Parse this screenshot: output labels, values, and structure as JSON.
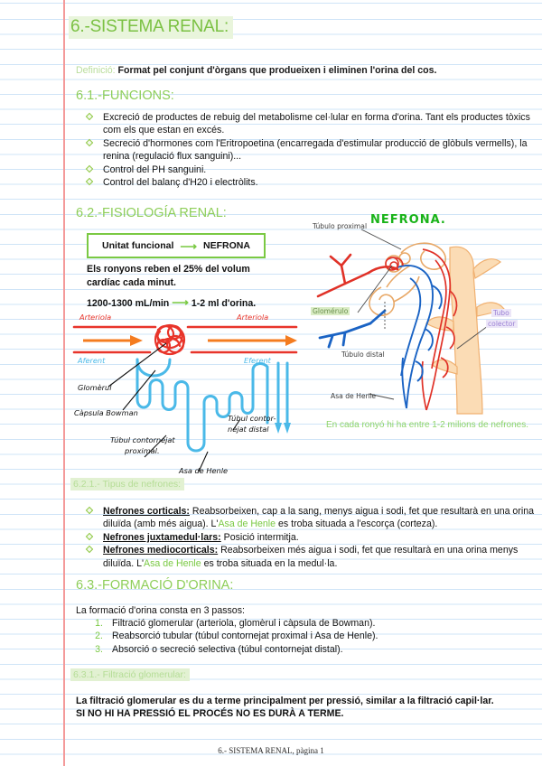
{
  "page": {
    "title": "6.-SISTEMA RENAL:",
    "footer": "6.- SISTEMA RENAL, pàgina 1"
  },
  "definition": {
    "label": "Definició:",
    "text": "Format pel conjunt d'òrgans que produeixen i eliminen l'orina del cos."
  },
  "sections": {
    "funcions": {
      "heading": "6.1.-FUNCIONS:",
      "bullets": [
        "Excreció de productes de rebuig del metabolisme cel·lular en forma d'orina. Tant els productes tòxics com els que estan en excés.",
        "Secreció d'hormones com l'Eritropoetina (encarregada d'estimular producció de glòbuls vermells), la renina (regulació flux sanguini)...",
        "Control del PH sanguini.",
        "Control del balanç d'H20 i electròlits."
      ]
    },
    "fisiologia": {
      "heading": "6.2.-FISIOLOGÍA RENAL:",
      "unit_box": {
        "left": "Unitat funcional",
        "arrow": "⟶",
        "right": "NEFRONA"
      },
      "stat_1": "Els ronyons reben el 25% del volum cardíac cada minut.",
      "stat_2_left": "1200-1300 mL/min",
      "stat_2_arrow": "⟶",
      "stat_2_right": "1-2 ml d'orina."
    },
    "tipus_nefrones": {
      "heading": "6.2.1.- Tipus de nefrones:",
      "items": [
        {
          "term": "Nefrones corticals:",
          "before": " Reabsorbeixen, cap a la sang, menys aigua i sodi, fet que resultarà en una orina diluïda (amb més aigua). L'",
          "highlight": "Asa de Henle",
          "after": " es troba situada a l'escorça (corteza)."
        },
        {
          "term": "Nefrones juxtamedul·lars:",
          "before": " Posició intermitja.",
          "highlight": "",
          "after": ""
        },
        {
          "term": "Nefrones mediocorticals:",
          "before": " Reabsorbeixen més aigua i sodi, fet que resultarà en una orina menys diluïda. L'",
          "highlight": "Asa de Henle",
          "after": " es troba situada en la medul·la."
        }
      ]
    },
    "formacio": {
      "heading": "6.3.-FORMACIÓ D'ORINA:",
      "intro": "La formació d'orina consta en 3 passos:",
      "steps": [
        {
          "num": "1.",
          "text": "Filtració glomerular (arteriola, glomèrul i càpsula de Bowman)."
        },
        {
          "num": "2.",
          "text": "Reabsorció tubular (túbul contornejat proximal i Asa de Henle)."
        },
        {
          "num": "3.",
          "text": "Absorció o secreció selectiva (túbul contornejat distal)."
        }
      ]
    },
    "filtracio": {
      "heading": "6.3.1.- Filtració glomerular:",
      "line_1": "La filtració glomerular es du a terme principalment per pressió, similar a la filtració capil·lar.",
      "line_2": "SI NO HI HA PRESSIÓ EL PROCÉS NO ES DURÀ A TERME."
    }
  },
  "diagram_left": {
    "labels": {
      "arteriola_left": "Arteriola",
      "arteriola_right": "Arteriola",
      "aferent": "Aferent",
      "eferent": "Eferent",
      "glomerul": "Glomèrul",
      "capsula": "Càpsula  Bowman",
      "tubul_proximal_1": "Túbul   contornejat",
      "tubul_proximal_2": "proximal.",
      "tubul_distal_1": "Túbul  contor-",
      "tubul_distal_2": "nejat distal",
      "asa_henle": "Asa  de  Henle"
    }
  },
  "diagram_right": {
    "title": "NEFRONA.",
    "labels": {
      "tubulo_proximal": "Túbulo proximal",
      "glomerulo": "Glomérulo",
      "tubulo_distal": "Túbulo distal",
      "asa_de_henle": "Asa de Henle",
      "tubo_colector_1": "Tubo",
      "tubo_colector_2": "colector"
    },
    "note": "En cada ronyó hi ha entre 1-2 milions de nefrones."
  },
  "colors": {
    "green_heading": "#7bc143",
    "green_light": "#8ece5a",
    "highlight_green": "#e9f5dc",
    "rule_blue": "#cfe4f7",
    "margin_pink": "#f49a9a",
    "red_ink": "#e8342a",
    "blue_ink": "#4ab9e8",
    "orange_ink": "#f47c20",
    "purple_ink": "#9b7fd4"
  }
}
